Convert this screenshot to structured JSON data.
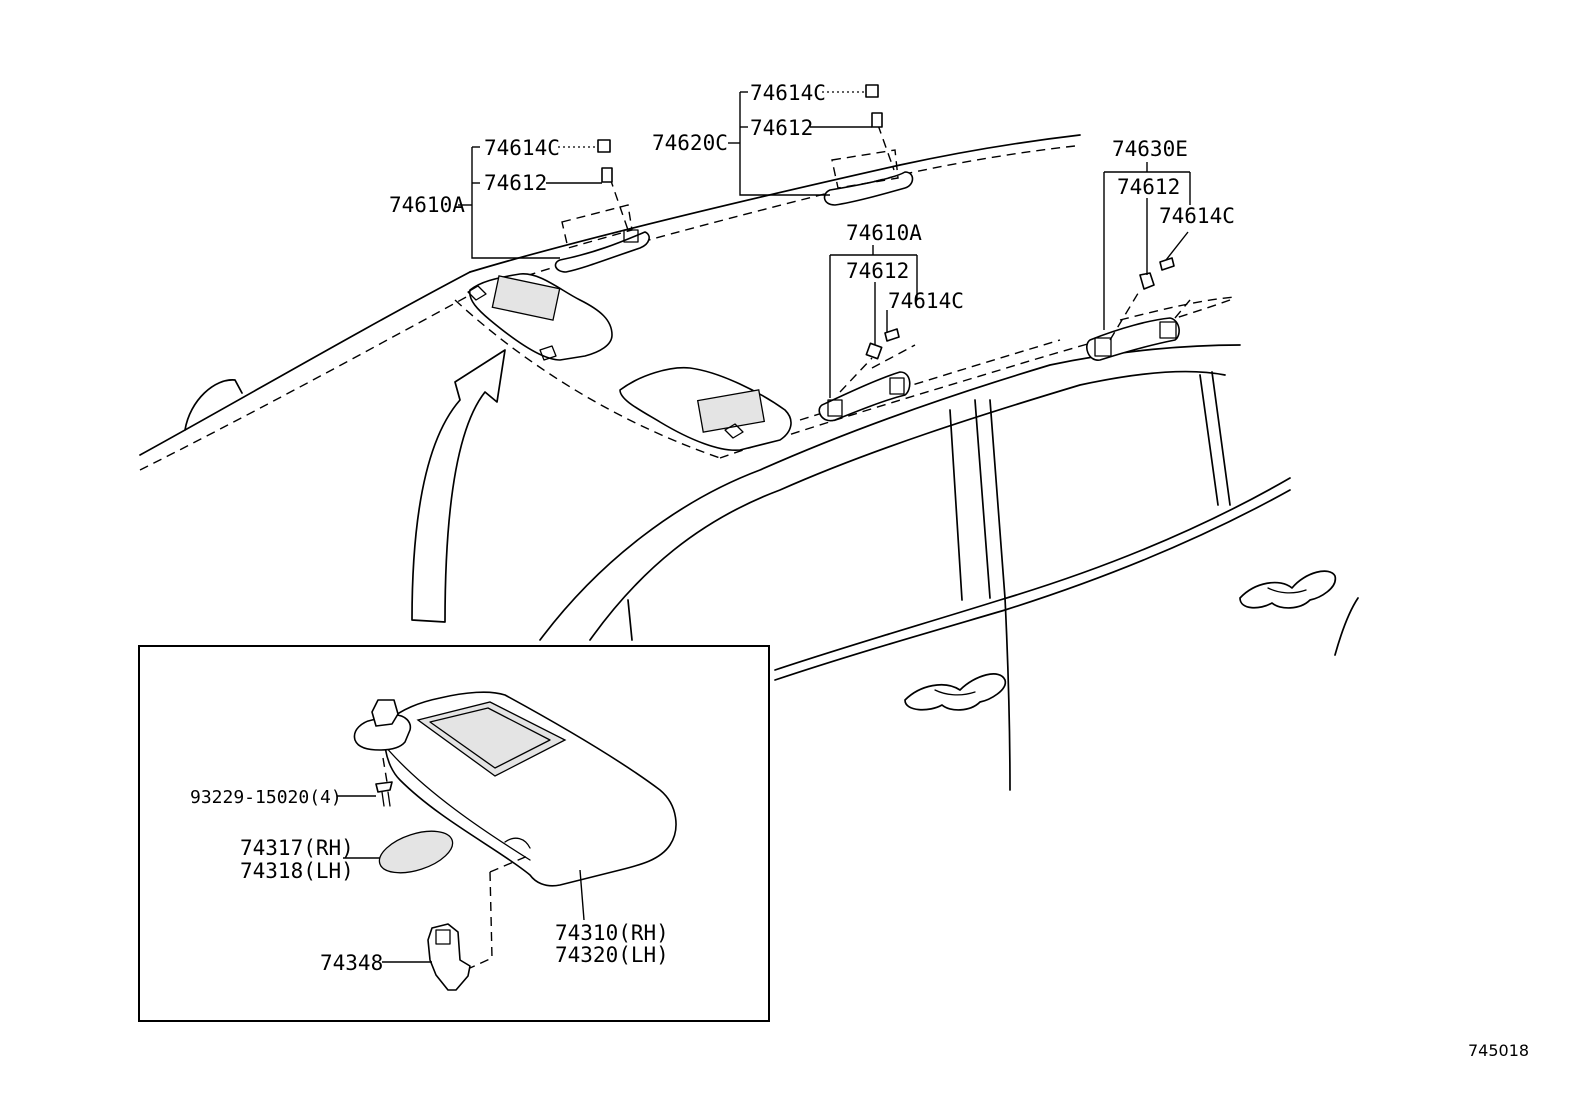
{
  "labels": {
    "l_74614C_1": "74614C",
    "l_74612_1": "74612",
    "l_74610A_1": "74610A",
    "l_74614C_2": "74614C",
    "l_74612_2": "74612",
    "l_74620C": "74620C",
    "l_74610A_2": "74610A",
    "l_74612_3": "74612",
    "l_74614C_3": "74614C",
    "l_74630E": "74630E",
    "l_74612_4": "74612",
    "l_74614C_4": "74614C",
    "l_93229": "93229-15020(4)",
    "l_74317": "74317(RH)",
    "l_74318": "74318(LH)",
    "l_74310": "74310(RH)",
    "l_74320": "74320(LH)",
    "l_74348": "74348"
  },
  "diagram_code": "745018"
}
